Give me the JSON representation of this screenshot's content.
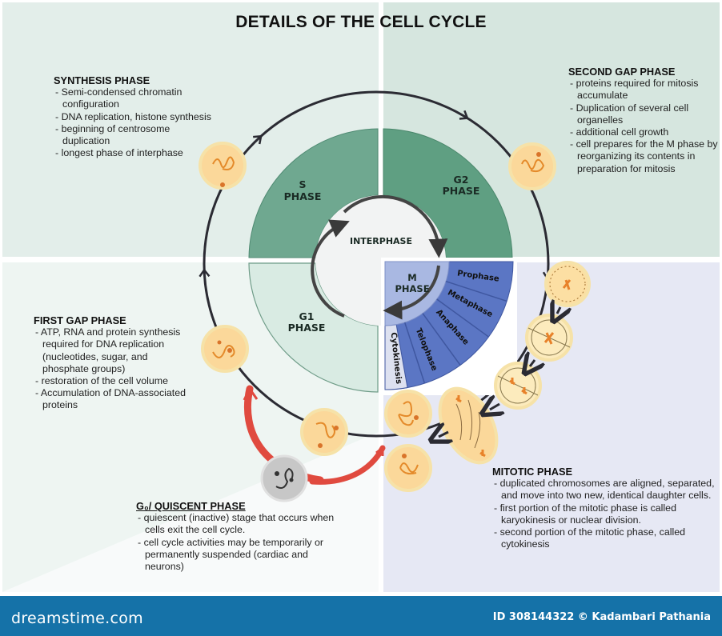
{
  "title": "DETAILS OF THE CELL CYCLE",
  "colors": {
    "s_phase": "#6fa890",
    "g2_phase": "#5f9f82",
    "g1_phase": "#d9ebe3",
    "m_inner": "#a9b8e2",
    "m_stage": "#5b76c4",
    "cytokinesis": "#dde1f0",
    "interphase_core": "#f2f3f3",
    "cycle_line": "#2b2b33",
    "g0_arrow": "#e04a3f",
    "cell_fill": "#fbd89a",
    "g0_cell": "#c7c7c7",
    "footer": "#1572a8"
  },
  "wheel": {
    "center_label": "INTERPHASE",
    "segments": [
      {
        "id": "s",
        "label_line1": "S",
        "label_line2": "PHASE"
      },
      {
        "id": "g2",
        "label_line1": "G2",
        "label_line2": "PHASE"
      },
      {
        "id": "g1",
        "label_line1": "G1",
        "label_line2": "PHASE"
      },
      {
        "id": "m",
        "label_line1": "M",
        "label_line2": "PHASE"
      }
    ],
    "m_stages": [
      "Prophase",
      "Metaphase",
      "Anaphase",
      "Telophase",
      "Cytokinesis"
    ]
  },
  "blocks": {
    "synthesis": {
      "heading": "SYNTHESIS PHASE",
      "items": [
        "Semi-condensed chromatin configuration",
        "DNA replication, histone synthesis",
        "beginning of centrosome duplication",
        "longest phase of interphase"
      ]
    },
    "second_gap": {
      "heading": "SECOND GAP PHASE",
      "items": [
        "proteins required for mitosis accumulate",
        "Duplication of several cell organelles",
        "additional cell growth",
        "cell prepares for the M phase by reorganizing its contents in  preparation for mitosis"
      ]
    },
    "first_gap": {
      "heading": "FIRST GAP PHASE",
      "items": [
        "ATP, RNA and protein synthesis required for DNA replication (nucleotides, sugar, and phosphate groups)",
        "restoration of the cell volume",
        "Accumulation of DNA-associated proteins"
      ]
    },
    "quiescent": {
      "heading": "G₀/ QUISCENT PHASE",
      "items": [
        "quiescent (inactive) stage that occurs when cells exit the cell cycle.",
        "cell cycle activities may be temporarily or permanently suspended (cardiac and neurons)"
      ]
    },
    "mitotic": {
      "heading": "MITOTIC PHASE",
      "items": [
        "duplicated chromosomes are aligned, separated, and move into two new, identical daughter cells.",
        "first portion of the mitotic phase is called karyokinesis or nuclear division.",
        "second portion of the mitotic phase, called cytokinesis"
      ]
    }
  },
  "footer": {
    "brand": "dreamstime.com",
    "credit": "ID 308144322 © Kadambari Pathania"
  }
}
